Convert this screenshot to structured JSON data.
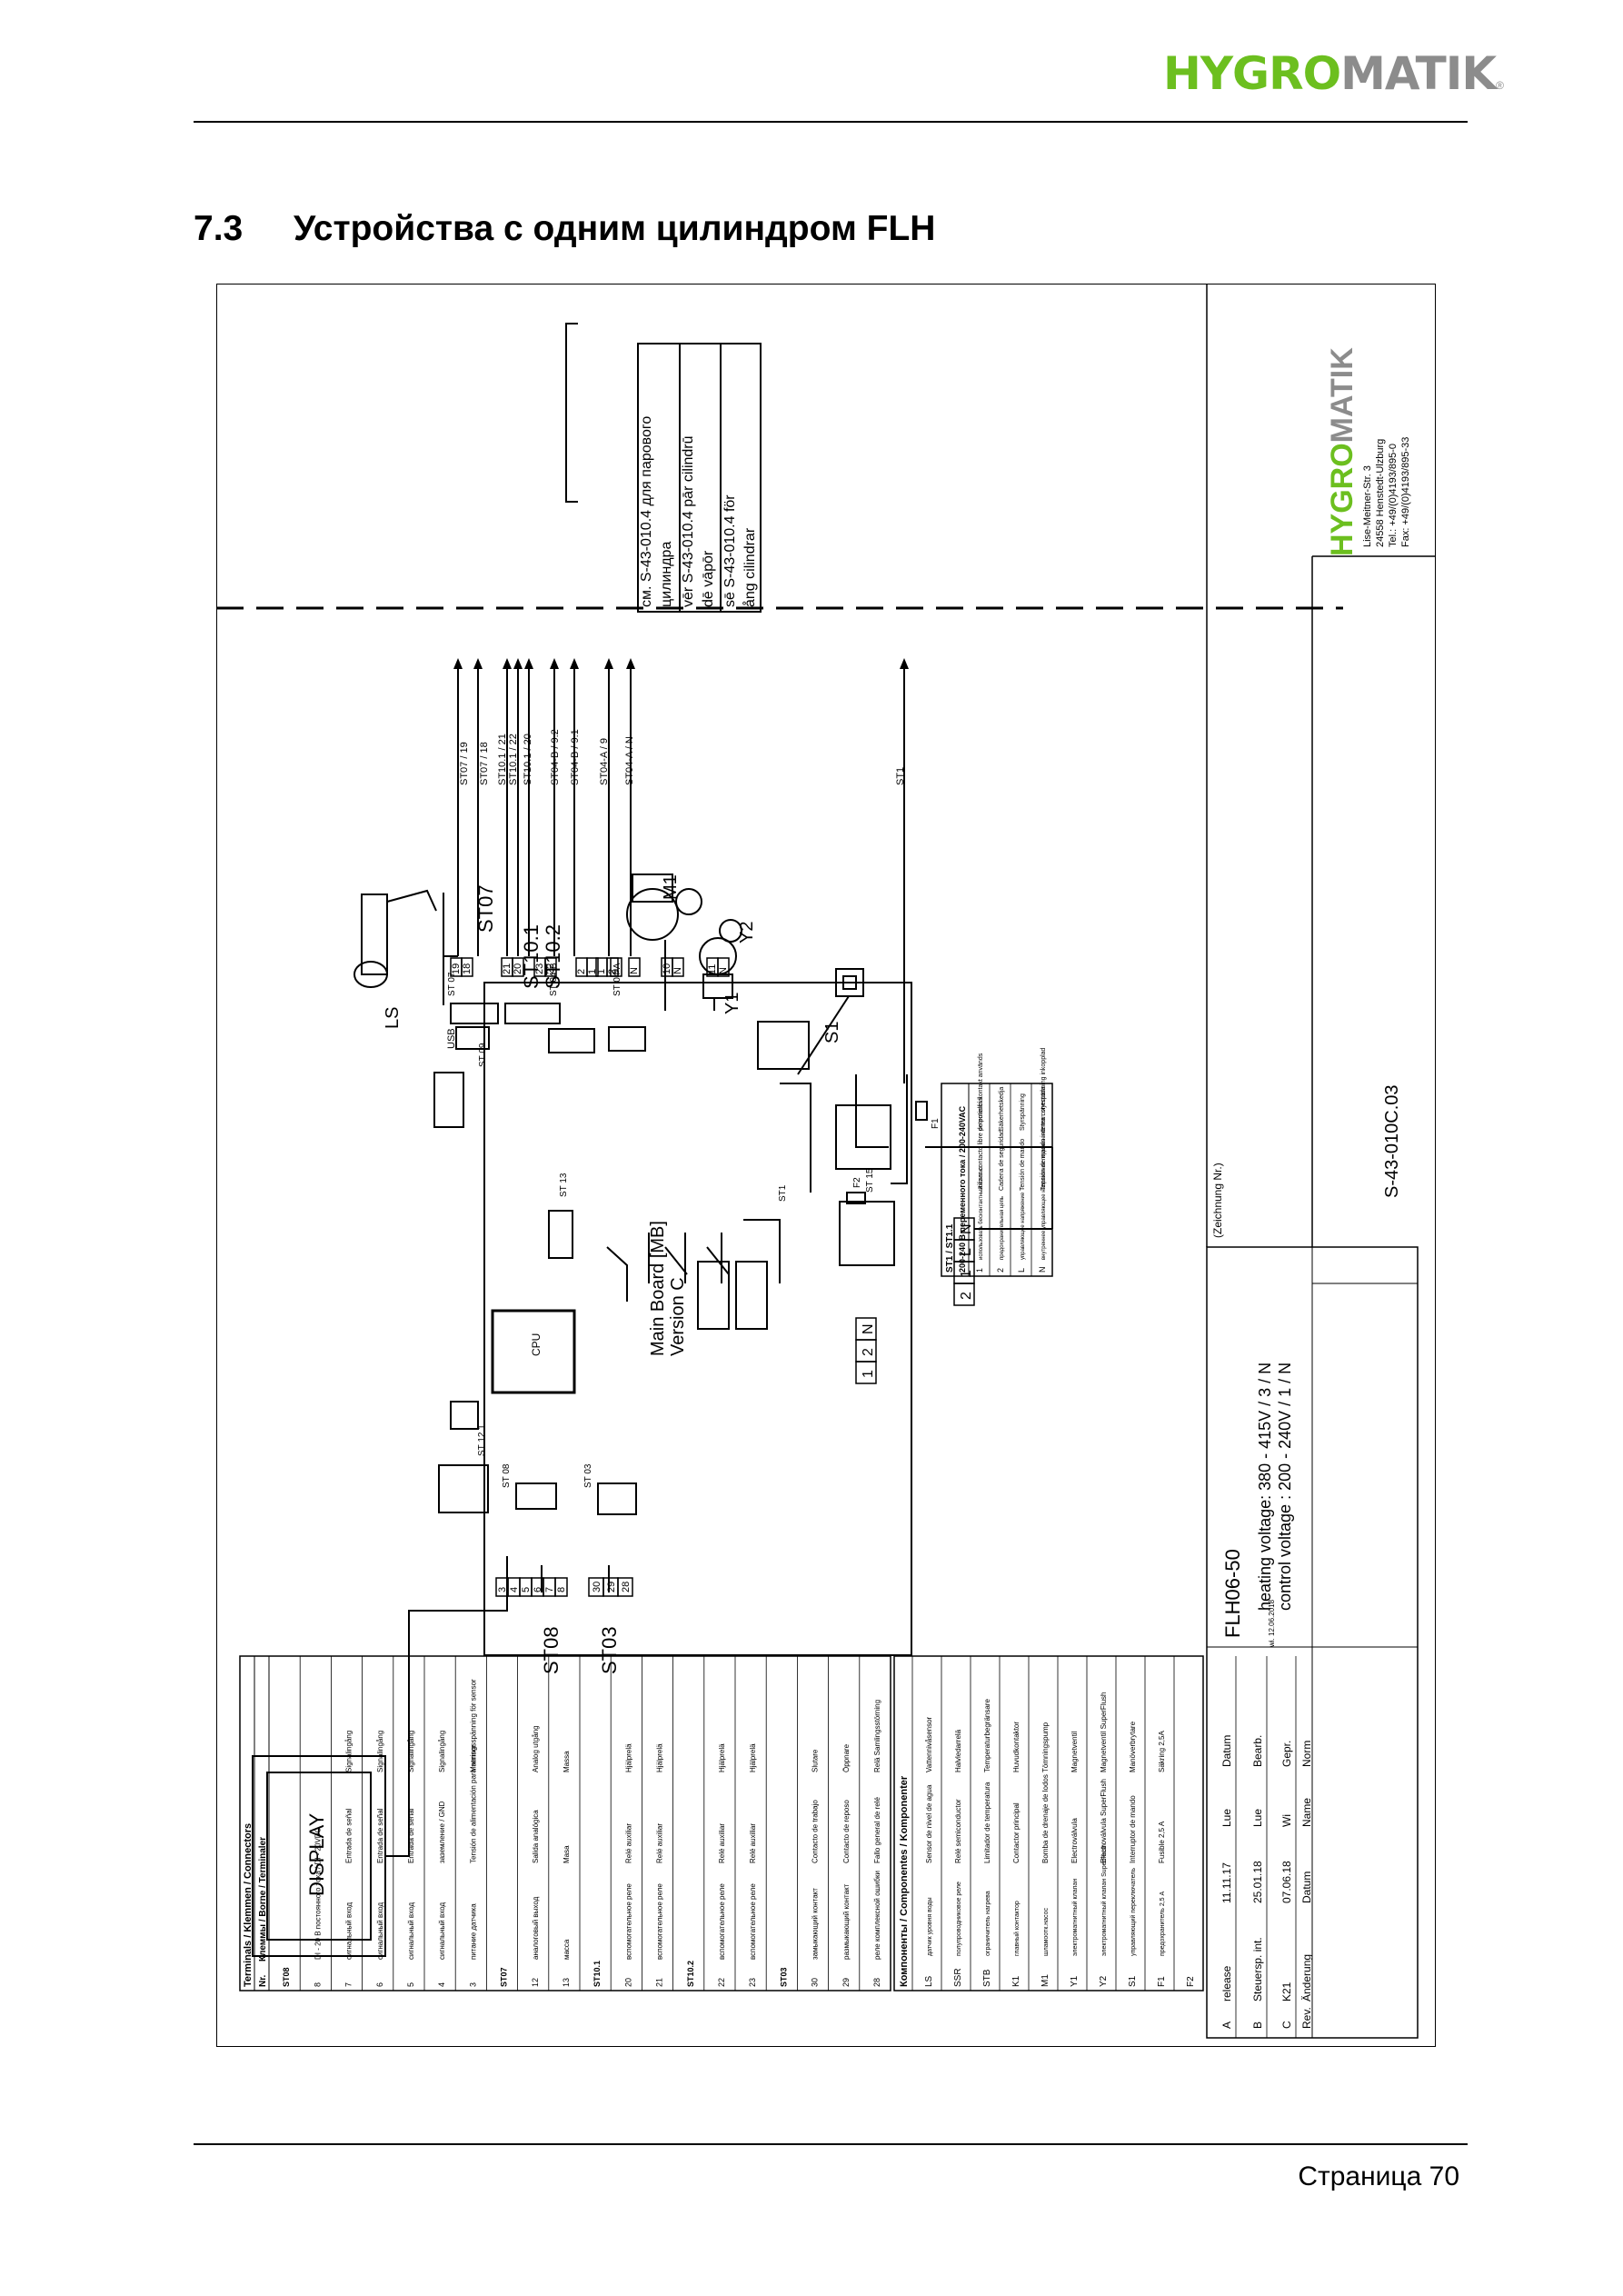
{
  "brand": {
    "hygro": "HYGRO",
    "matik": "MATIK",
    "registered": "®"
  },
  "section": {
    "number": "7.3",
    "title": "Устройства с одним цилиндром FLH"
  },
  "footer": {
    "page": "Страница 70"
  },
  "colors": {
    "brand_green": "#6cbf1f",
    "brand_gray": "#8c8c8c",
    "line": "#000000"
  },
  "diagram": {
    "note_lines": [
      "см. S-43-010.4 для парового",
      "цилиндра",
      "vēr S-43-010.4 pār cilindrū",
      "dē vāpōr",
      "sē S-43-010.4 för",
      "ång cilindrar"
    ],
    "components": {
      "display": "DISPLAY",
      "ls": "LS",
      "m1": "M1",
      "y1": "Y1",
      "y2": "Y2",
      "s1": "S1"
    },
    "connectors": {
      "st07": "ST07",
      "st10_1": "ST10.1",
      "st10_2": "ST10.2",
      "st08": "ST08",
      "st03": "ST03"
    },
    "board": {
      "line1": "Main Board [MB]",
      "line2": "Version C",
      "cpu": "CPU",
      "usb": "USB",
      "st09": "ST 09",
      "st07": "ST 07",
      "st04b": "ST 04-B",
      "st04a": "ST 04-A",
      "st12": "ST 12.1",
      "st13": "ST 13",
      "st08": "ST 08",
      "st03": "ST 03",
      "st15": "ST 15",
      "st1": "ST1",
      "f1": "F1",
      "f2": "F2"
    },
    "terminal_groups": [
      {
        "labels": [
          "19",
          "18"
        ]
      },
      {
        "labels": [
          "21",
          "20"
        ]
      },
      {
        "labels": [
          "23",
          "22"
        ]
      },
      {
        "labels": [
          "2",
          "1"
        ]
      },
      {
        "labels": [
          "1",
          "2"
        ]
      },
      {
        "labels": [
          "9"
        ]
      },
      {
        "labels": [
          "N"
        ]
      },
      {
        "labels": [
          "10",
          "N"
        ]
      },
      {
        "labels": [
          "11",
          "N"
        ]
      }
    ],
    "lower_terminals": {
      "st08": [
        "3",
        "4",
        "5",
        "6",
        "7",
        "8"
      ],
      "st03": [
        "30",
        "29",
        "28"
      ]
    },
    "left_row_1": [
      "1",
      "2",
      "N"
    ],
    "left_row_2": [
      "2",
      "1",
      "L",
      "N"
    ],
    "wire_labels": [
      "ST07 / 19",
      "ST07 / 18",
      "ST10.1 / 21",
      "ST10.1 / 22",
      "ST10.1 / 20",
      "ST04-B / 9.2",
      "ST04-B / 9.1",
      "ST04-A / 9",
      "ST04-A / N",
      "ST1"
    ],
    "title_block": {
      "company_lines": [
        "Lise-Meitner-Str. 3",
        "24558 Henstedt-Ulzburg",
        "Tel.: +49/(0)4193/895-0",
        "Fax: +49/(0)4193/895-33"
      ],
      "drawing_caption": "(Zeichnung Nr.)",
      "drawing_number": "S-43-010C.03",
      "model": "FLH06-50",
      "voltage_lines": [
        "heating voltage: 380 - 415V / 3 / N",
        "control voltage : 200 - 240V / 1 / N"
      ],
      "headers": [
        "Rev.",
        "Änderung",
        "Datum",
        "Name",
        "Norm"
      ],
      "revisions": [
        [
          "A",
          "release",
          "11.11.17",
          "Lue",
          "Datum"
        ],
        [
          "B",
          "Steuersp. int.",
          "25.01.18",
          "Lue",
          "Bearb."
        ],
        [
          "C",
          "K21",
          "07.06.18",
          "Wi",
          "Gepr."
        ]
      ],
      "bearb_date": "wi. 12.06.2018"
    },
    "st1_table": {
      "title": "ST1 / ST1.1",
      "header": "200-240 В переменного тока / 200-240VAC",
      "rows": [
        [
          "1",
          "использовать бесконтактный контакт",
          "utilizar contacto libre de potencial",
          "potentialfri kontakt används"
        ],
        [
          "2",
          "предохранительная цепь",
          "Cadena de seguridad",
          "Säkerhetskedja"
        ],
        [
          "L",
          "управляющее напряжение",
          "Tensión de mando",
          "Styrspänning"
        ],
        [
          "N",
          "внутреннее управляющее напряжение подключено",
          "Tensión de mando interna conectada",
          "Intern styrspänning inkopplad"
        ]
      ]
    },
    "terminal_table": {
      "title": "Terminals / Klemmen / Connectors",
      "header": [
        "Nr.",
        "Клеммы / Borne / Terminaler"
      ],
      "rows": [
        [
          "ST08",
          "",
          "",
          ""
        ],
        [
          "8",
          "DI - 20 В постоянного тока / DI - 20VDC",
          "",
          ""
        ],
        [
          "7",
          "сигнальный вход",
          "Entrada de señal",
          "Signalingång"
        ],
        [
          "6",
          "сигнальный вход",
          "Entrada de señal",
          "Signalingång"
        ],
        [
          "5",
          "сигнальный вход",
          "Entrada de señal",
          "Signalingång"
        ],
        [
          "4",
          "сигнальный вход",
          "заземление / GND",
          "Signalingång"
        ],
        [
          "3",
          "питание датчика",
          "Tensión de alimentación para sensor",
          "Matningsspänning för sensor"
        ],
        [
          "ST07",
          "",
          "",
          ""
        ],
        [
          "12",
          "аналоговый выход",
          "Salida analógica",
          "Analog utgång"
        ],
        [
          "13",
          "масса",
          "Masa",
          "Massa"
        ],
        [
          "ST10.1",
          "",
          "",
          ""
        ],
        [
          "20",
          "вспомогательное реле",
          "Relé auxiliar",
          "Hjälprelä"
        ],
        [
          "21",
          "вспомогательное реле",
          "Relé auxiliar",
          "Hjälprelä"
        ],
        [
          "ST10.2",
          "",
          "",
          ""
        ],
        [
          "22",
          "вспомогательное реле",
          "Relé auxiliar",
          "Hjälprelä"
        ],
        [
          "23",
          "вспомогательное реле",
          "Relé auxiliar",
          "Hjälprelä"
        ],
        [
          "ST03",
          "",
          "",
          ""
        ],
        [
          "30",
          "замыкающий контакт",
          "Contacto de trabajo",
          "Slutare"
        ],
        [
          "29",
          "размыкающий контакт",
          "Contacto de reposo",
          "Öppnare"
        ],
        [
          "28",
          "реле комплексной ошибки",
          "Fallo general de relé",
          "Relä Samlingsstörning"
        ]
      ]
    },
    "components_table": {
      "title": "Компоненты / Componentes / Komponenter",
      "rows": [
        [
          "LS",
          "датчик уровня воды",
          "Sensor de nivel de agua",
          "Vattennivåsensor"
        ],
        [
          "SSR",
          "полупроводниковое реле",
          "Relé semiconductor",
          "Halvledarrelä"
        ],
        [
          "STB",
          "ограничитель нагрева",
          "Limitador de temperatura",
          "Temperaturbegränsare"
        ],
        [
          "K1",
          "главный контактор",
          "Contactor principal",
          "Huvudkontaktor"
        ],
        [
          "M1",
          "шламоотк.насос",
          "Bomba de drenaje de lodos",
          "Tömningspump"
        ],
        [
          "Y1",
          "электромагнитный клапан",
          "Electroválvula",
          "Magnetventil"
        ],
        [
          "Y2",
          "электромагнитный клапан SuperFlush",
          "Electroválvula SuperFlush",
          "Magnetventil SuperFlush"
        ],
        [
          "S1",
          "управляющий переключатель",
          "Interruptor de mando",
          "Manöverbrytare"
        ],
        [
          "F1",
          "предохранитель 2,5 A",
          "Fusible 2,5 A",
          "Säkring 2,5A"
        ],
        [
          "F2",
          "",
          "",
          ""
        ]
      ]
    }
  }
}
